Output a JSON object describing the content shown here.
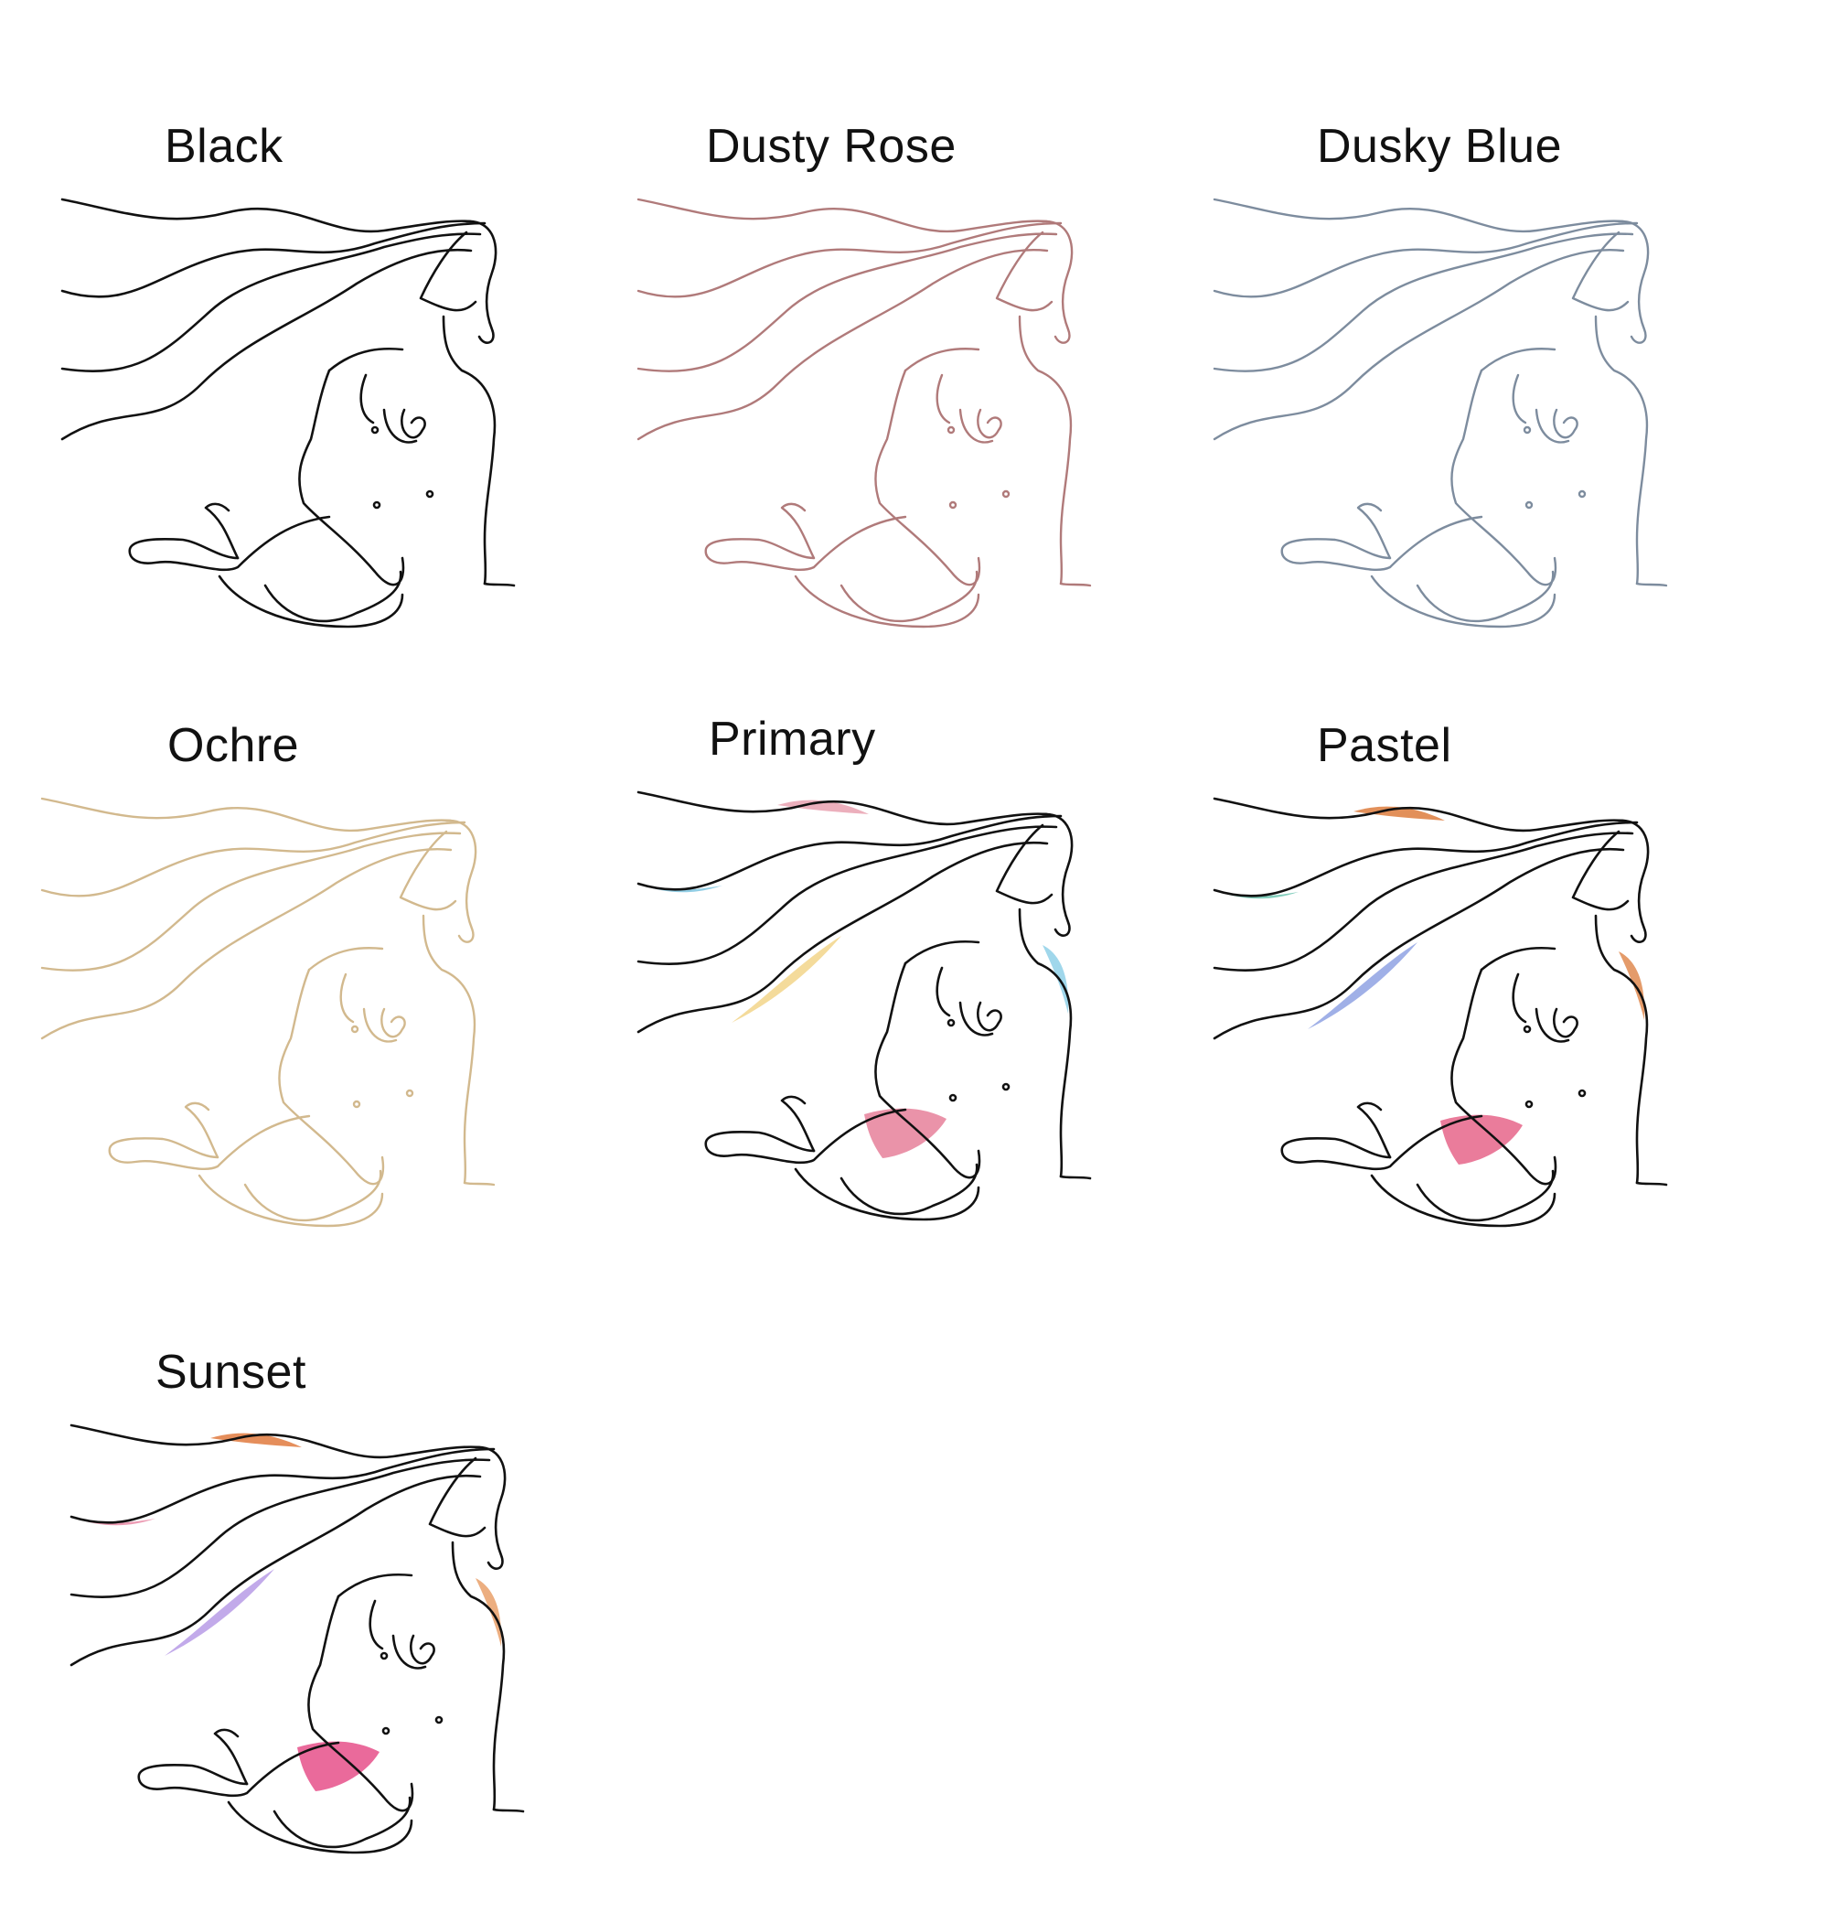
{
  "variants": [
    {
      "label": "Black",
      "line_color": "#111111",
      "accents": []
    },
    {
      "label": "Dusty Rose",
      "line_color": "#b07a7a",
      "accents": []
    },
    {
      "label": "Dusky Blue",
      "line_color": "#7d8c9e",
      "accents": []
    },
    {
      "label": "Ochre",
      "line_color": "#d2b98e",
      "accents": []
    },
    {
      "label": "Primary",
      "line_color": "#111111",
      "accents": [
        "#e9a1b0",
        "#7fc6e0",
        "#f2d58a",
        "#e6809a",
        "#8fd0e8"
      ]
    },
    {
      "label": "Pastel",
      "line_color": "#111111",
      "accents": [
        "#dd7d3d",
        "#6dc6b0",
        "#8fa2e3",
        "#e6658a",
        "#df8a50"
      ]
    },
    {
      "label": "Sunset",
      "line_color": "#111111",
      "accents": [
        "#e07a3e",
        "#e98aa6",
        "#b79be6",
        "#e6508a",
        "#e9a06a"
      ]
    }
  ]
}
